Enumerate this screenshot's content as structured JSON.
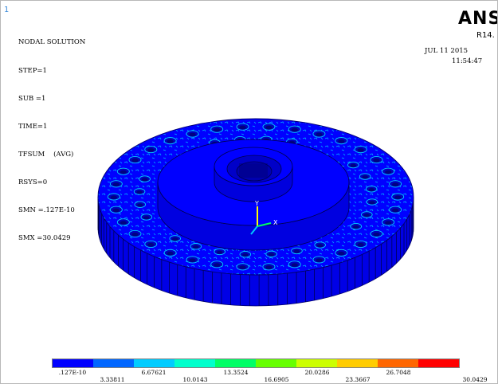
{
  "window": {
    "number": "1"
  },
  "header": {
    "title": "NODAL SOLUTION",
    "lines": [
      "STEP=1",
      "SUB =1",
      "TIME=1",
      "TFSUM    (AVG)",
      "RSYS=0",
      "SMN =.127E-10",
      "SMX =30.0429"
    ]
  },
  "brand": {
    "name": "ANSYS",
    "version": "R14."
  },
  "timestamp": {
    "date": "JUL 11 2015",
    "time": "11:54:47"
  },
  "triad": {
    "y_label": "Y",
    "x_label": "X"
  },
  "legend": {
    "colors": [
      "#0000ff",
      "#0066ff",
      "#00ccff",
      "#00ffcc",
      "#00ff66",
      "#66ff00",
      "#ccff00",
      "#ffcc00",
      "#ff6600",
      "#ff0000"
    ],
    "top_labels": [
      ".127E-10",
      "6.67621",
      "13.3524",
      "20.0286",
      "26.7048"
    ],
    "bottom_labels": [
      "3.33811",
      "10.0143",
      "16.6905",
      "23.3667",
      "30.0429"
    ]
  }
}
